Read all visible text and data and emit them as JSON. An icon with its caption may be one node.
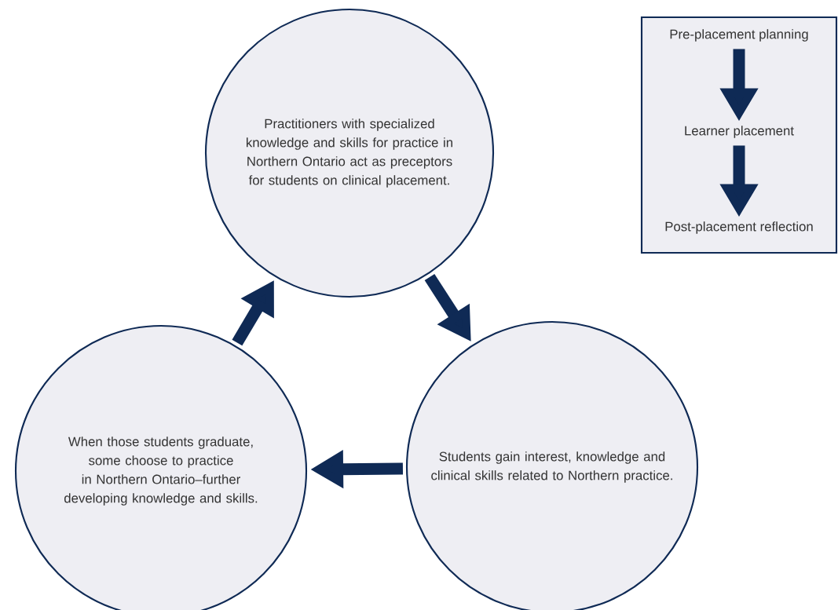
{
  "diagram": {
    "nodes": [
      {
        "text": [
          "Practitioners with specialized knowledge and skills for practice in Northern Ontario act as preceptors for students on clinical placement."
        ]
      },
      {
        "text": [
          "Students gain interest, knowledge and clinical skills related to Northern practice."
        ]
      },
      {
        "text": [
          "When those students graduate, some choose to practice in Northern Ontario–further developing knowledge and skills."
        ]
      },
      {
        "text": [],
        "shape": "box"
      },
      {
        "text": [
          "Pre-placement planning"
        ],
        "in": 3
      },
      {
        "text": [
          "Learner placement"
        ],
        "in": 3
      },
      {
        "text": [
          "Post-placement reflection"
        ],
        "in": 3
      }
    ],
    "edges": [
      {
        "from": 0,
        "to": 1,
        "arrow": "to"
      },
      {
        "from": 1,
        "to": 2,
        "arrow": "to"
      },
      {
        "from": 2,
        "to": 0,
        "arrow": "to"
      },
      {
        "from": 4,
        "to": 5,
        "arrow": "to"
      },
      {
        "from": 5,
        "to": 6,
        "arrow": "to"
      }
    ]
  }
}
